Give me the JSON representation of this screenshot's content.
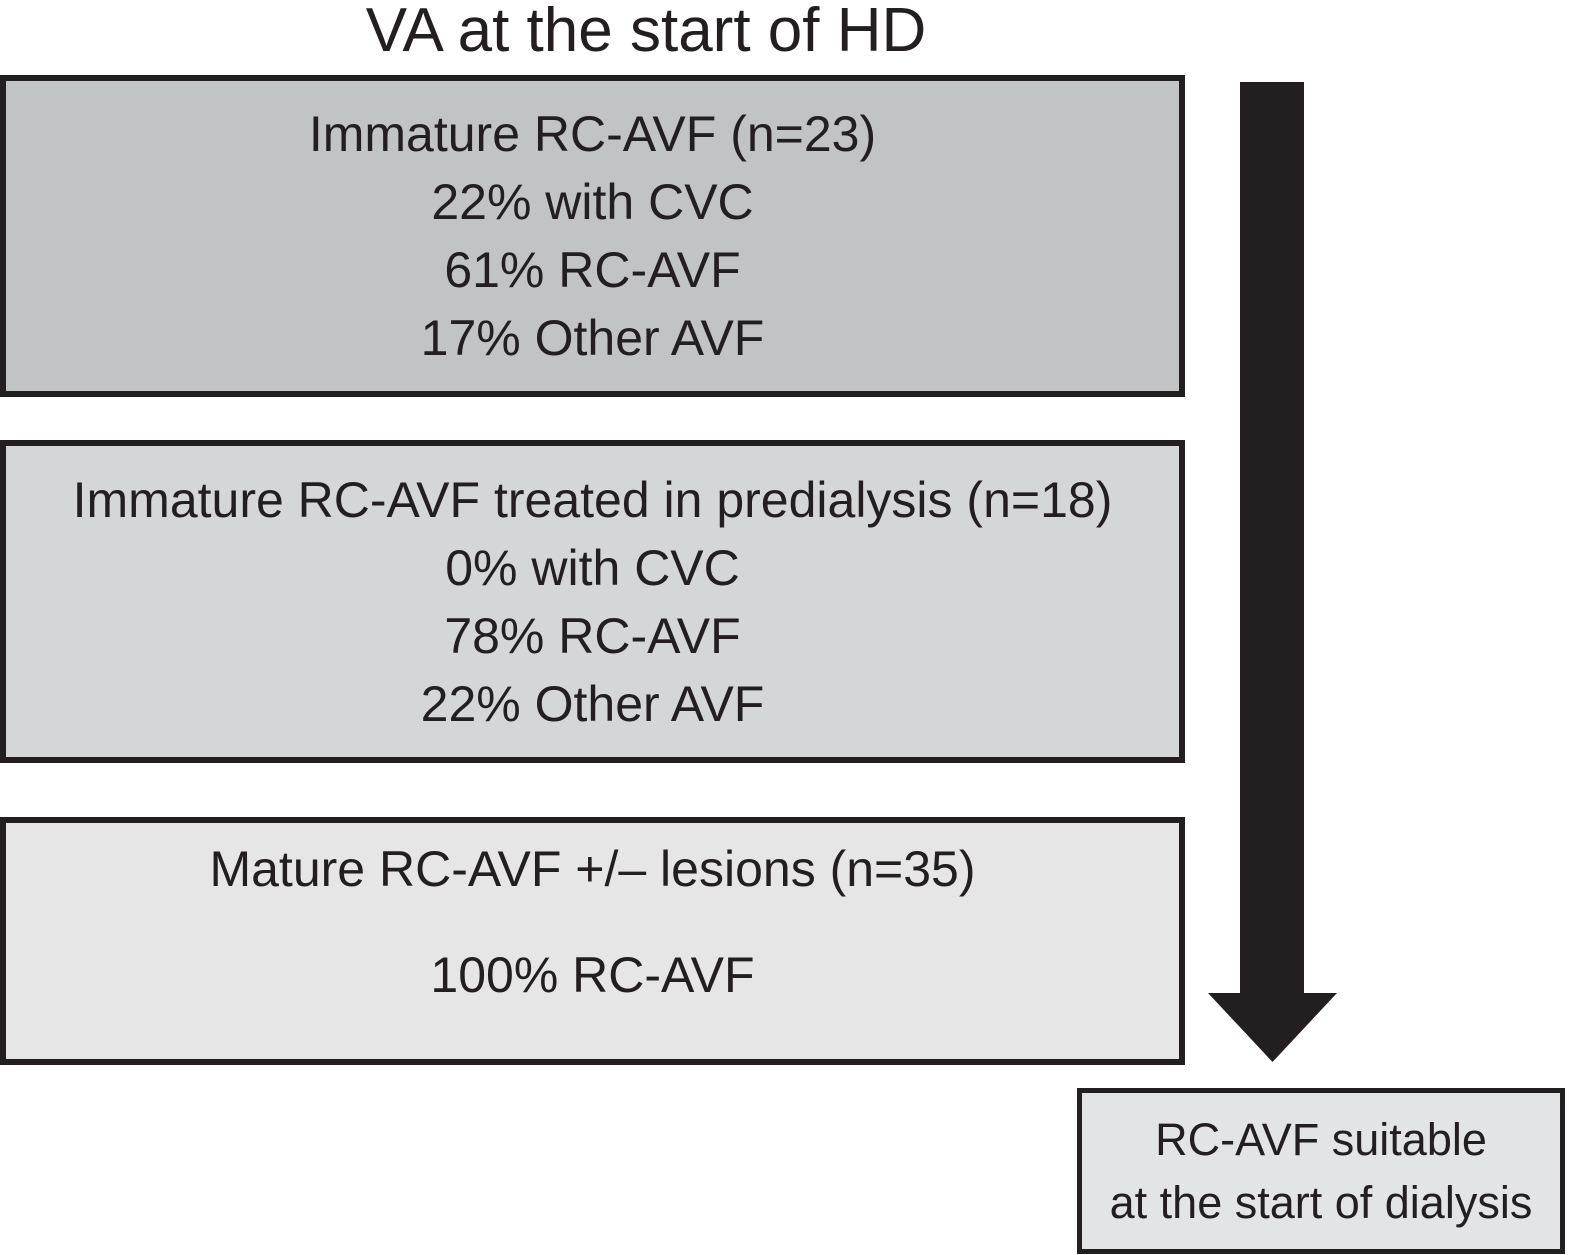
{
  "figure": {
    "title": "VA at the start of HD",
    "boxes": [
      {
        "id": "immature-rc-avf",
        "lines": [
          "Immature RC-AVF (n=23)",
          "22% with CVC",
          "61% RC-AVF",
          "17% Other AVF"
        ]
      },
      {
        "id": "immature-rc-avf-treated",
        "lines": [
          "Immature RC-AVF treated in predialysis (n=18)",
          "0% with CVC",
          "78% RC-AVF",
          "22% Other AVF"
        ]
      },
      {
        "id": "mature-rc-avf",
        "lines": [
          "Mature RC-AVF +/– lesions (n=35)",
          "100% RC-AVF"
        ]
      }
    ],
    "result_box": {
      "lines": [
        "RC-AVF suitable",
        "at the start of dialysis"
      ]
    },
    "colors": {
      "ink": "#231f20",
      "box1_fill": "#c1c3c5",
      "box2_fill": "#d4d6d7",
      "box3_fill": "#e6e6e7",
      "result_fill": "#e3e4e5",
      "background": "#ffffff"
    }
  }
}
